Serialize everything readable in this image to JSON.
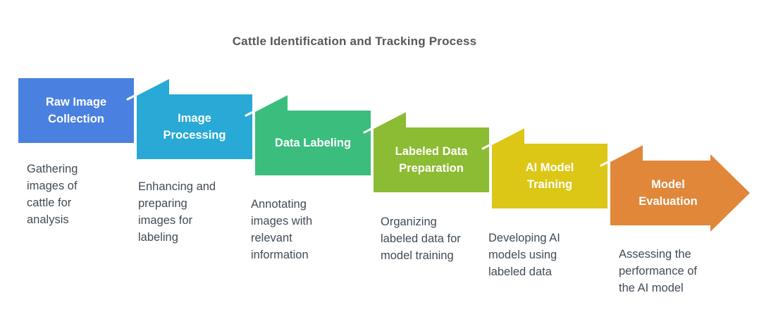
{
  "title": "Cattle Identification and Tracking Process",
  "colors": {
    "background": "#ffffff",
    "title_text": "#57585a",
    "label_text": "#ffffff",
    "description_text": "#414b55",
    "fold_highlight": "#ffffff"
  },
  "steps": [
    {
      "label": "Raw Image Collection",
      "description": "Gathering images of cattle for analysis",
      "description_lines": [
        "Gathering",
        "images of",
        "cattle for",
        "analysis"
      ],
      "color": "#4a81e0"
    },
    {
      "label": "Image Processing",
      "description": "Enhancing and preparing images for labeling",
      "description_lines": [
        "Enhancing and",
        "preparing",
        "images for",
        "labeling"
      ],
      "color": "#28a9d6"
    },
    {
      "label": "Data Labeling",
      "description": "Annotating images with relevant information",
      "description_lines": [
        "Annotating",
        "images with",
        "relevant",
        "information"
      ],
      "color": "#3abd7d"
    },
    {
      "label": "Labeled Data Preparation",
      "description": "Organizing labeled data for model training",
      "description_lines": [
        "Organizing",
        "labeled data for",
        "model training"
      ],
      "color": "#8cbb34"
    },
    {
      "label": "AI Model Training",
      "description": "Developing AI models using labeled data",
      "description_lines": [
        "Developing AI",
        "models using",
        "labeled data"
      ],
      "color": "#dcc716"
    },
    {
      "label": "Model Evaluation",
      "description": "Assessing the performance of the AI model",
      "description_lines": [
        "Assessing the",
        "performance of",
        "the AI model"
      ],
      "color": "#e0873a"
    }
  ]
}
